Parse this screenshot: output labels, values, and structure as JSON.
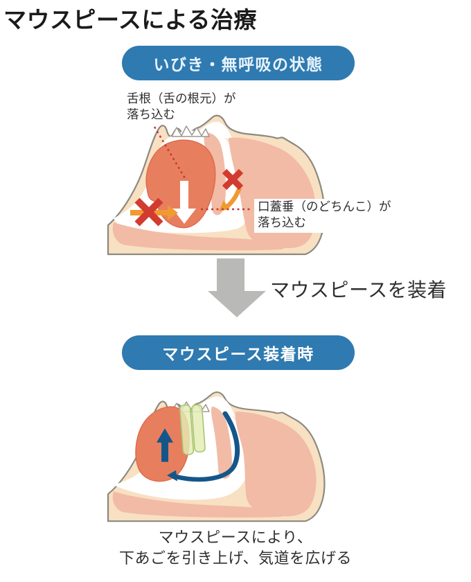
{
  "page": {
    "title": "マウスピースによる治療"
  },
  "section_before": {
    "banner": "いびき・無呼吸の状態",
    "label_tongue": {
      "line1": "舌根（舌の根元）が",
      "line2": "落ち込む"
    },
    "label_uvula": {
      "line1": "口蓋垂（のどちんこ）が",
      "line2": "落ち込む"
    }
  },
  "transition": {
    "label": "マウスピースを装着"
  },
  "section_after": {
    "banner": "マウスピース装着時",
    "caption_line1": "マウスピースにより、",
    "caption_line2": "下あごを引き上げ、気道を広げる"
  },
  "colors": {
    "banner_blue": "#2f7ab0",
    "banner1_text": "#e8f4fc",
    "banner2_text": "#ffffff",
    "text_dark": "#2e2e2e",
    "skin": "#f8e0c3",
    "skin_outline": "#8b897f",
    "tissue_pink": "#f2bba6",
    "tongue": "#e77f5f",
    "tongue_outline": "#de6a4b",
    "airway_white": "#ffffff",
    "teeth_outline": "#9a988f",
    "blocked_orange": "#f09a30",
    "blocked_red": "#d23b2f",
    "leader_red": "#c23b33",
    "open_blue": "#15568a",
    "mouthpiece_green": "#e3edb4",
    "mouthpiece_border": "#a9c36e",
    "transition_gray": "#b9b9b7"
  }
}
